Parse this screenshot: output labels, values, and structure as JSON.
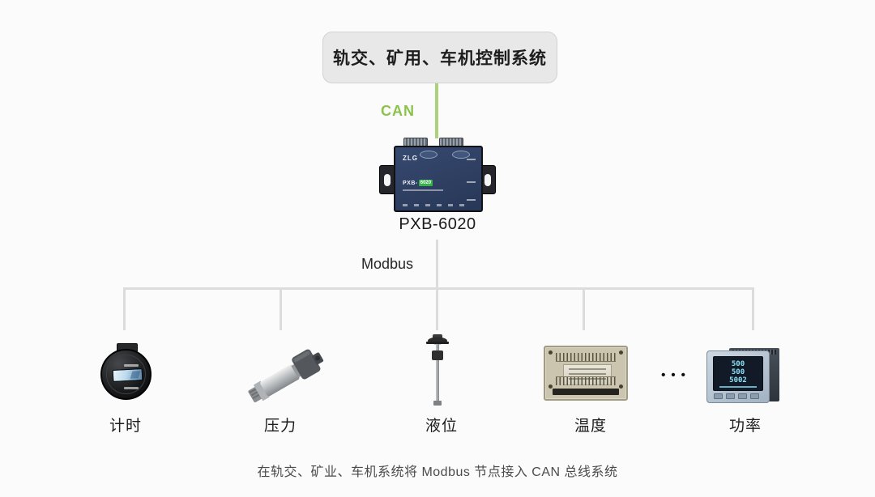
{
  "colors": {
    "page-bg": "#fbfbfb",
    "can-green": "#8bc34a",
    "can-line": "#aed17e",
    "bus-line": "#dcdcdc"
  },
  "page": {
    "caption": "在轨交、矿业、车机系统将 Modbus 节点接入 CAN 总线系统"
  },
  "top_system": {
    "label": "轨交、矿用、车机控制系统"
  },
  "can_bus": {
    "label": "CAN"
  },
  "gateway": {
    "model": "PXB-6020",
    "brand": "ZLG",
    "device_label_prefix": "PXB-",
    "device_label_badge": "6020"
  },
  "modbus": {
    "label": "Modbus"
  },
  "nodes": [
    {
      "id": "timer",
      "label": "计时"
    },
    {
      "id": "pressure",
      "label": "压力"
    },
    {
      "id": "level",
      "label": "液位"
    },
    {
      "id": "temperature",
      "label": "温度"
    },
    {
      "id": "power",
      "label": "功率",
      "display": [
        "500",
        "500",
        "5002"
      ]
    }
  ],
  "ellipsis": "•••"
}
